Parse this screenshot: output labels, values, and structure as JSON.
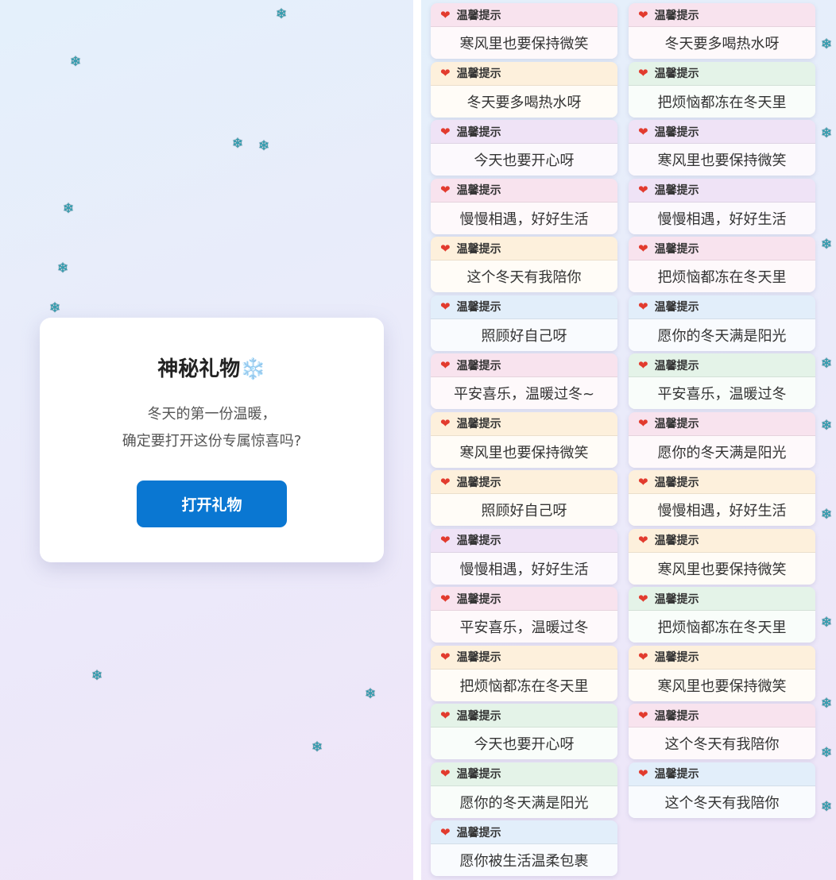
{
  "dialog": {
    "title": "神秘礼物",
    "title_icon": "❄️",
    "line1": "冬天的第一份温暖，",
    "line2": "确定要打开这份专属惊喜吗?",
    "button": "打开礼物"
  },
  "colors": {
    "button": "#0a77d2",
    "snowflake": "#2aa6b8",
    "heart": "#e23b2e",
    "themes": {
      "pink": "#f8e3ee",
      "purple": "#efe3f6",
      "green": "#e4f3e8",
      "yellow": "#fdf0dc",
      "blue": "#e2eefa"
    }
  },
  "icons": {
    "snowflake": "snowflake-icon",
    "heart": "heart-icon"
  },
  "card_title": "温馨提示",
  "cards": [
    {
      "message": "寒风里也要保持微笑",
      "theme": "pink"
    },
    {
      "message": "冬天要多喝热水呀",
      "theme": "pink"
    },
    {
      "message": "冬天要多喝热水呀",
      "theme": "yellow"
    },
    {
      "message": "把烦恼都冻在冬天里",
      "theme": "green"
    },
    {
      "message": "今天也要开心呀",
      "theme": "purple"
    },
    {
      "message": "寒风里也要保持微笑",
      "theme": "purple"
    },
    {
      "message": "慢慢相遇，好好生活",
      "theme": "pink"
    },
    {
      "message": "慢慢相遇，好好生活",
      "theme": "purple"
    },
    {
      "message": "这个冬天有我陪你",
      "theme": "yellow"
    },
    {
      "message": "把烦恼都冻在冬天里",
      "theme": "pink"
    },
    {
      "message": "照顾好自己呀",
      "theme": "blue"
    },
    {
      "message": "愿你的冬天满是阳光",
      "theme": "blue"
    },
    {
      "message": "平安喜乐，温暖过冬~",
      "theme": "pink"
    },
    {
      "message": "平安喜乐，温暖过冬",
      "theme": "green"
    },
    {
      "message": "寒风里也要保持微笑",
      "theme": "yellow"
    },
    {
      "message": "愿你的冬天满是阳光",
      "theme": "pink"
    },
    {
      "message": "照顾好自己呀",
      "theme": "yellow"
    },
    {
      "message": "慢慢相遇，好好生活",
      "theme": "yellow"
    },
    {
      "message": "慢慢相遇，好好生活",
      "theme": "purple"
    },
    {
      "message": "寒风里也要保持微笑",
      "theme": "yellow"
    },
    {
      "message": "平安喜乐，温暖过冬",
      "theme": "pink"
    },
    {
      "message": "把烦恼都冻在冬天里",
      "theme": "green"
    },
    {
      "message": "把烦恼都冻在冬天里",
      "theme": "yellow"
    },
    {
      "message": "寒风里也要保持微笑",
      "theme": "yellow"
    },
    {
      "message": "今天也要开心呀",
      "theme": "green"
    },
    {
      "message": "这个冬天有我陪你",
      "theme": "pink"
    },
    {
      "message": "愿你的冬天满是阳光",
      "theme": "green"
    },
    {
      "message": "这个冬天有我陪你",
      "theme": "blue"
    },
    {
      "message": "愿你被生活温柔包裹",
      "theme": "blue"
    }
  ]
}
